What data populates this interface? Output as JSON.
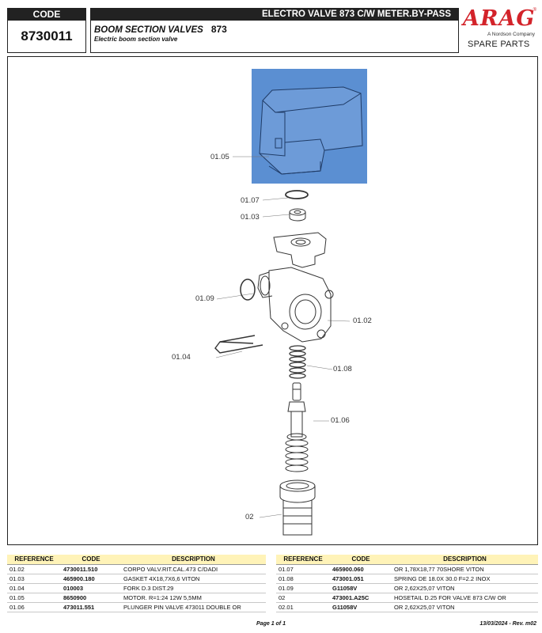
{
  "header": {
    "code_label": "CODE",
    "code_value": "8730011",
    "title_bar": "ELECTRO VALVE 873 C/W METER.BY-PASS",
    "section": "BOOM SECTION VALVES",
    "model": "873",
    "subtitle": "Electric boom section valve"
  },
  "logo": {
    "brand": "ARAG",
    "registered": "®",
    "tagline": "A Nordson Company",
    "spare_parts": "SPARE PARTS"
  },
  "callouts": {
    "c0105": "01.05",
    "c0107": "01.07",
    "c0103": "01.03",
    "c0109": "01.09",
    "c0102": "01.02",
    "c0104": "01.04",
    "c0108": "01.08",
    "c0106": "01.06",
    "c02": "02"
  },
  "table": {
    "headers": [
      "REFERENCE",
      "CODE",
      "DESCRIPTION"
    ],
    "left_rows": [
      [
        "01.02",
        "4730011.510",
        "CORPO VALV.RIT.CAL.473 C/DADI"
      ],
      [
        "01.03",
        "465900.180",
        "GASKET 4X18,7X6,6 VITON"
      ],
      [
        "01.04",
        "010003",
        "FORK D.3  DIST.29"
      ],
      [
        "01.05",
        "8650900",
        "MOTOR. R=1:24 12W 5,5MM"
      ],
      [
        "01.06",
        "473011.551",
        "PLUNGER PIN VALVE 473011 DOUBLE OR"
      ]
    ],
    "right_rows": [
      [
        "01.07",
        "465900.060",
        "OR 1,78X18,77 70SHORE VITON"
      ],
      [
        "01.08",
        "473001.051",
        "SPRING DE 18.0X 30.0 F=2.2 INOX"
      ],
      [
        "01.09",
        "G11058V",
        "OR 2,62X25,07 VITON"
      ],
      [
        "02",
        "473001.A25C",
        "HOSETAIL D.25 FOR VALVE 873 C/W OR"
      ],
      [
        "02.01",
        "G11058V",
        "OR 2,62X25,07 VITON"
      ]
    ]
  },
  "footer": {
    "page": "Page 1 of 1",
    "date": "13/03/2024 - Rev. m02"
  },
  "colors": {
    "brand_red": "#d3232a",
    "highlight_blue": "#5b8fd2",
    "table_header_yellow": "#fff3b8"
  }
}
